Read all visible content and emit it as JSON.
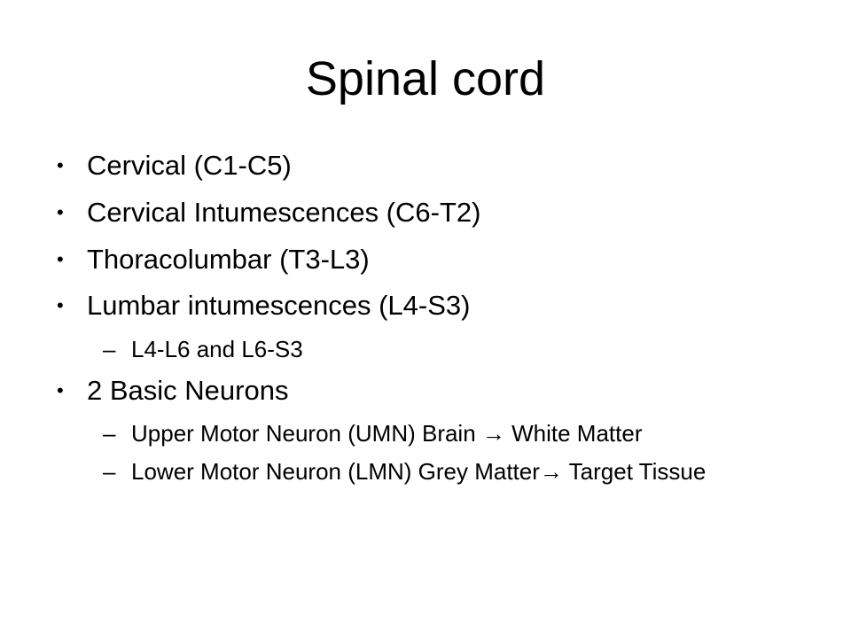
{
  "slide": {
    "title": "Spinal cord",
    "markers": {
      "level1": "•",
      "level2": "–"
    },
    "bullets": [
      {
        "level": 1,
        "text": "Cervical (C1-C5)"
      },
      {
        "level": 1,
        "text": "Cervical Intumescences (C6-T2)"
      },
      {
        "level": 1,
        "text": "Thoracolumbar (T3-L3)"
      },
      {
        "level": 1,
        "text": "Lumbar intumescences (L4-S3)"
      },
      {
        "level": 2,
        "text": "L4-L6 and L6-S3"
      },
      {
        "level": 1,
        "text": "2 Basic Neurons"
      },
      {
        "level": 2,
        "text": "Upper Motor Neuron (UMN) Brain → White Matter"
      },
      {
        "level": 2,
        "text": "Lower Motor Neuron (LMN) Grey Matter→ Target Tissue"
      }
    ],
    "colors": {
      "background": "#ffffff",
      "text": "#000000"
    }
  }
}
